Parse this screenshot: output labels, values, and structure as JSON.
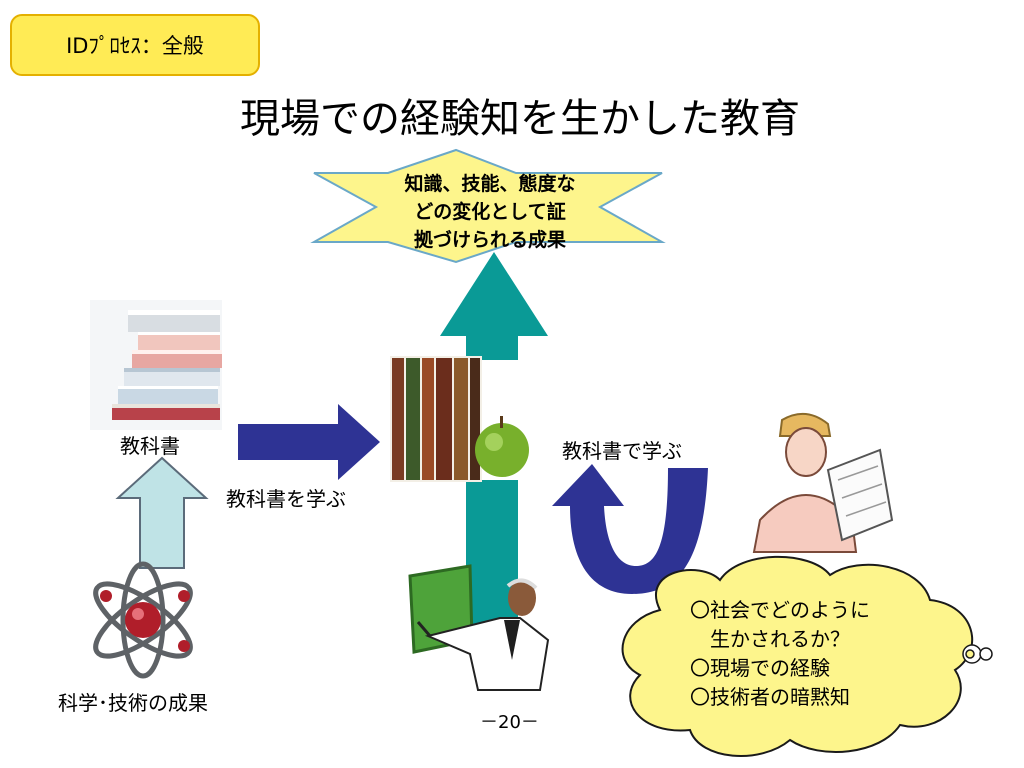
{
  "header": {
    "process_label": "IDﾌﾟﾛｾｽ：全般"
  },
  "slide": {
    "title": "現場での経験知を生かした教育"
  },
  "outcome": {
    "lines": [
      "知識、技能、態度な",
      "どの変化として証",
      "拠づけられる成果"
    ]
  },
  "labels": {
    "textbook": "教科書",
    "learn_textbook": "教科書を学ぶ",
    "learn_with_textbook": "教科書で学ぶ",
    "science_results": "科学･技術の成果"
  },
  "thought_cloud": {
    "lines": [
      "〇社会でどのように",
      "　生かされるか？",
      "〇現場での経験",
      "〇技術者の暗黙知"
    ]
  },
  "footer": {
    "page_number": "－20－"
  },
  "colors": {
    "teal_arrow": "#0a9a96",
    "navy_arrow": "#2e3394",
    "light_arrow": "#bfe3e6",
    "star_fill": "#fdf58c",
    "cloud_fill": "#fdf58c",
    "label_fill": "#ffeb55"
  }
}
